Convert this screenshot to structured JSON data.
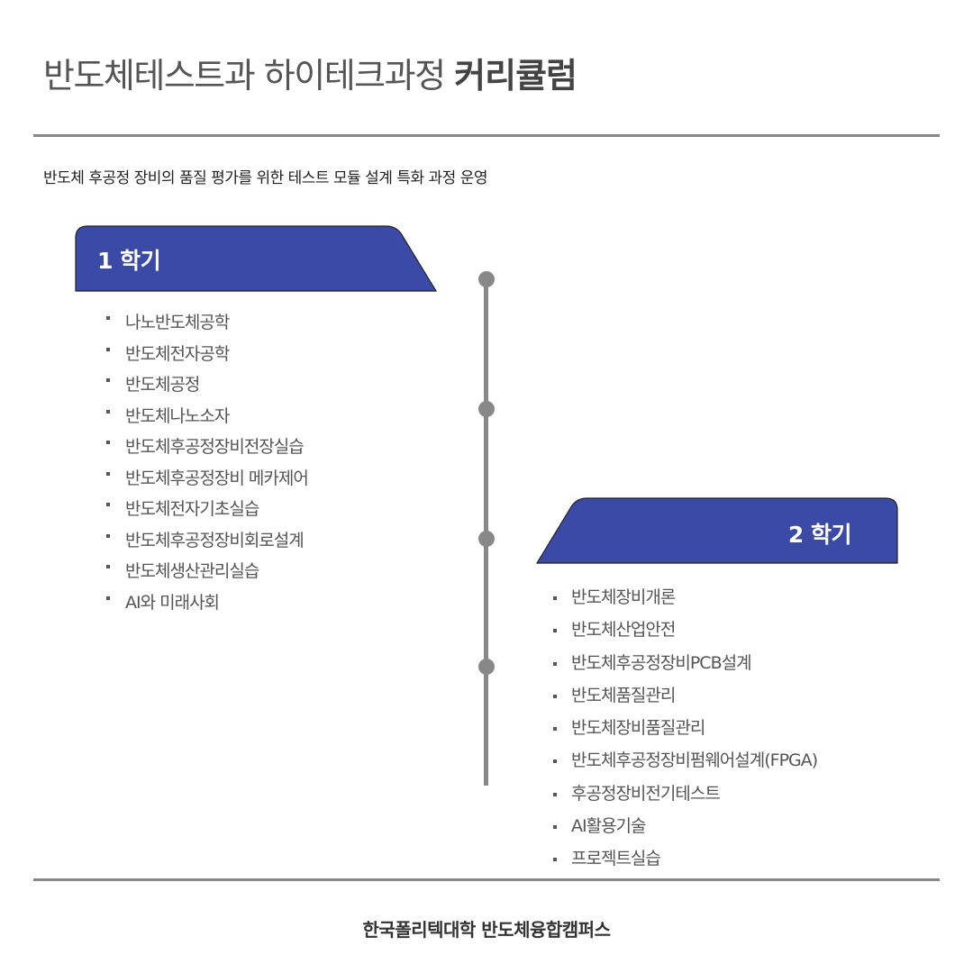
{
  "header": {
    "title_regular": "반도체테스트과 하이테크과정",
    "title_bold": "커리큘럼",
    "subtitle": "반도체 후공정 장비의 품질 평가를 위한 테스트 모듈 설계 특화  과정 운영"
  },
  "semesters": [
    {
      "label": "1 학기",
      "courses": [
        "나노반도체공학",
        "반도체전자공학",
        "반도체공정",
        "반도체나노소자",
        "반도체후공정장비전장실습",
        "반도체후공정장비 메카제어",
        "반도체전자기초실습",
        "반도체후공정장비회로설계",
        "반도체생산관리실습",
        "AI와 미래사회"
      ]
    },
    {
      "label": "2 학기",
      "courses": [
        "반도체장비개론",
        "반도체산업안전",
        "반도체후공정장비PCB설계",
        "반도체품질관리",
        "반도체장비품질관리",
        "반도체후공정장비펌웨어설계(FPGA)",
        "후공정장비전기테스트",
        "AI활용기술",
        "프로젝트실습"
      ]
    }
  ],
  "footer": {
    "text": "한국폴리텍대학 반도체융합캠퍼스"
  },
  "colors": {
    "accent": "#3a4aa6",
    "rule": "#888888",
    "timeline": "#888888"
  }
}
